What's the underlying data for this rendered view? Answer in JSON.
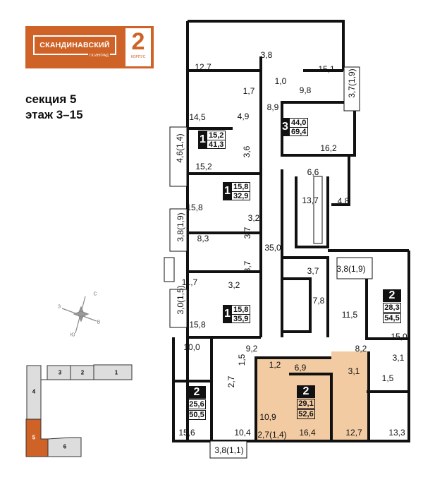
{
  "logo": {
    "brand": "СКАНДИНАВСКИЙ",
    "sub": "ГК ИНГРАД",
    "building_number": "2",
    "building_label": "КОРПУС"
  },
  "section": {
    "line1": "секция 5",
    "line2": "этаж 3–15"
  },
  "colors": {
    "brand": "#cf6327",
    "highlight": "#f3cba2",
    "wall": "#111111"
  },
  "compass": {
    "n": "С",
    "s": "Ю",
    "w": "З",
    "e": "В"
  },
  "minimap": {
    "sections": [
      "1",
      "2",
      "3",
      "4",
      "5",
      "6"
    ],
    "current": "5"
  },
  "apartments": [
    {
      "rooms": "1",
      "living": "15,2",
      "total": "41,3"
    },
    {
      "rooms": "3",
      "living": "44,0",
      "total": "69,4"
    },
    {
      "rooms": "1",
      "living": "15,8",
      "total": "32,9"
    },
    {
      "rooms": "1",
      "living": "15,8",
      "total": "35,9"
    },
    {
      "rooms": "2",
      "living": "28,3",
      "total": "54,5"
    },
    {
      "rooms": "2",
      "living": "25,6",
      "total": "50,5"
    },
    {
      "rooms": "2",
      "living": "29,1",
      "total": "52,6"
    }
  ],
  "room_areas": [
    "12,7",
    "3,8",
    "15,1",
    "1,0",
    "1,7",
    "9,8",
    "3,7(1,9)",
    "8,9",
    "14,5",
    "4,9",
    "15,2",
    "3,6",
    "4,6(1,4)",
    "16,2",
    "6,6",
    "13,7",
    "4,8",
    "15,8",
    "3,2",
    "3,8(1,9)",
    "8,3",
    "3,7",
    "35,0",
    "3,7",
    "3,7",
    "3,8(1,9)",
    "11,7",
    "3,2",
    "3,0(1,5)",
    "7,8",
    "11,5",
    "15,8",
    "15,0",
    "10,0",
    "9,2",
    "8,2",
    "1,2",
    "6,9",
    "1,5",
    "3,1",
    "3,1",
    "1,5",
    "2,7",
    "10,9",
    "15,6",
    "10,4",
    "16,4",
    "12,7",
    "13,3",
    "2,7(1,4)",
    "3,8(1,1)"
  ]
}
